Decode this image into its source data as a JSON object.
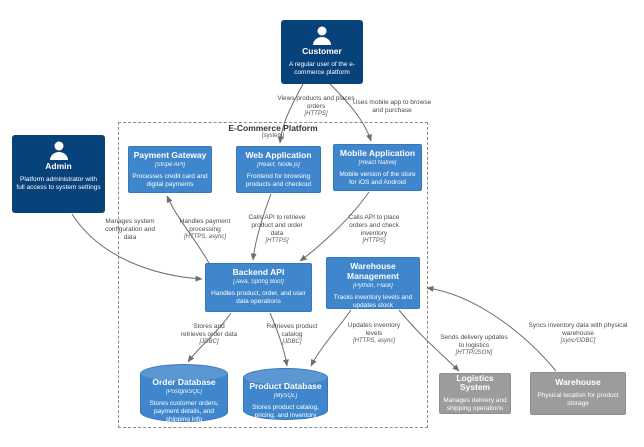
{
  "boundary": {
    "title": "E-Commerce Platform",
    "subtitle": "[system]"
  },
  "colors": {
    "person_fill": "#08427b",
    "container_fill": "#3f86cc",
    "external_fill": "#9c9c9c",
    "edge_color": "#6e6e6e",
    "boundary_border": "#8a8a8a"
  },
  "people": {
    "customer": {
      "title": "Customer",
      "description": "A regular user of the e-commerce platform"
    },
    "admin": {
      "title": "Admin",
      "description": "Platform administrator with full access to system settings"
    }
  },
  "containers": {
    "payment_gateway": {
      "title": "Payment Gateway",
      "tech": "[Stripe API]",
      "description": "Processes credit card and digital payments"
    },
    "web_application": {
      "title": "Web Application",
      "tech": "[React, Node.js]",
      "description": "Frontend for browsing products and checkout"
    },
    "mobile_application": {
      "title": "Mobile Application",
      "tech": "[React Native]",
      "description": "Mobile version of the store for iOS and Android"
    },
    "backend_api": {
      "title": "Backend API",
      "tech": "[Java, Spring Boot]",
      "description": "Handles product, order, and user data operations"
    },
    "warehouse_management": {
      "title": "Warehouse Management",
      "tech": "[Python, Flask]",
      "description": "Tracks inventory levels and updates stock"
    },
    "order_database": {
      "title": "Order Database",
      "tech": "[PostgreSQL]",
      "description": "Stores customer orders, payment details, and shipping info"
    },
    "product_database": {
      "title": "Product Database",
      "tech": "[MySQL]",
      "description": "Stores product catalog, pricing, and inventory"
    }
  },
  "external_systems": {
    "logistics_system": {
      "title": "Logistics System",
      "description": "Manages delivery and shipping operations"
    },
    "warehouse": {
      "title": "Warehouse",
      "description": "Physical location for product storage"
    }
  },
  "relationships": {
    "customer_web": {
      "label": "Views products and places orders",
      "tech": "[HTTPS]"
    },
    "customer_mobile": {
      "label": "Uses mobile app to browse and purchase",
      "tech": ""
    },
    "admin_backend": {
      "label": "Manages system configuration and data",
      "tech": ""
    },
    "backend_payment": {
      "label": "Handles payment processing",
      "tech": "[HTTPS, async]"
    },
    "web_backend": {
      "label": "Calls API to retrieve product and order data",
      "tech": "[HTTPS]"
    },
    "mobile_backend": {
      "label": "Calls API to place orders and check inventory",
      "tech": "[HTTPS]"
    },
    "backend_orderdb": {
      "label": "Stores and retrieves order data",
      "tech": "[JDBC]"
    },
    "backend_productdb": {
      "label": "Retrieves product catalog",
      "tech": "[JDBC]"
    },
    "wm_productdb": {
      "label": "Updates inventory levels",
      "tech": "[HTTPS, async]"
    },
    "wm_logistics": {
      "label": "Sends delivery updates to logistics",
      "tech": "[HTTP/JSON]"
    },
    "warehouse_wm": {
      "label": "Syncs inventory data with physical warehouse",
      "tech": "[sync/ODBC]"
    }
  }
}
